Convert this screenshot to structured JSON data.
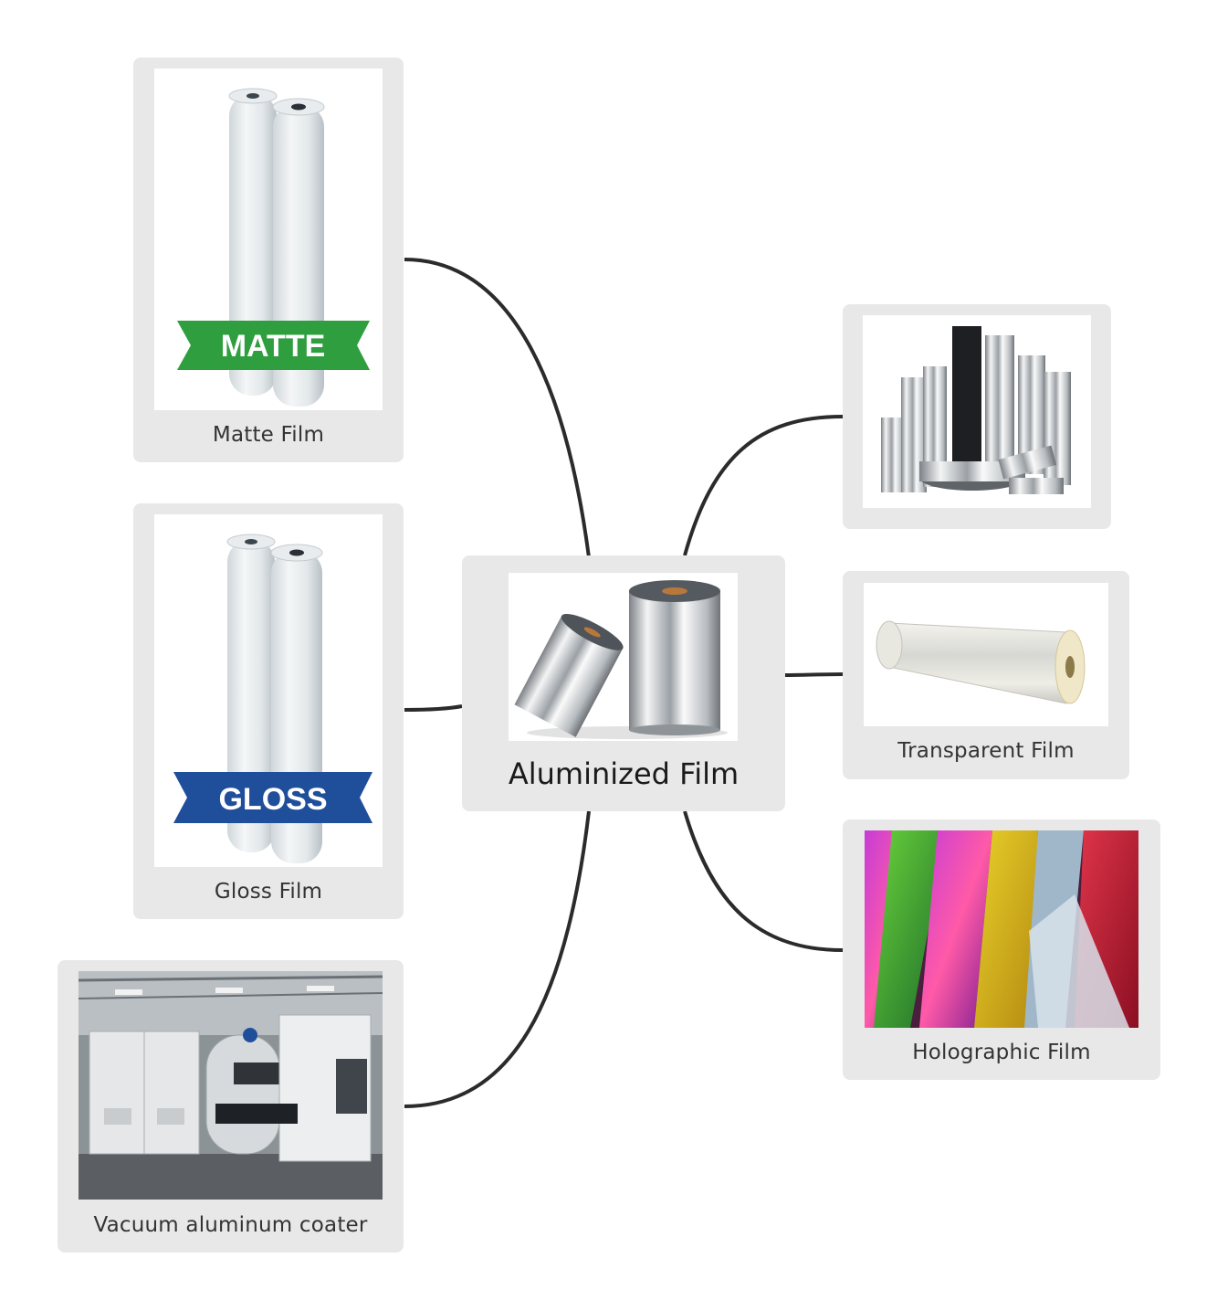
{
  "center": {
    "label": "Aluminized Film",
    "image_icon": "aluminized-film-rolls-icon"
  },
  "branches": [
    {
      "id": "matte",
      "label": "Matte Film",
      "ribbon_text": "MATTE",
      "ribbon_color": "#2e9e3e",
      "image_icon": "matte-film-rolls-icon"
    },
    {
      "id": "gloss",
      "label": "Gloss Film",
      "ribbon_text": "GLOSS",
      "ribbon_color": "#1f4e9a",
      "image_icon": "gloss-film-rolls-icon"
    },
    {
      "id": "coater",
      "label": "Vacuum aluminum coater",
      "image_icon": "vacuum-coater-machine-icon"
    },
    {
      "id": "metallic",
      "label": "",
      "image_icon": "metallic-film-rolls-icon"
    },
    {
      "id": "transparent",
      "label": "Transparent Film",
      "image_icon": "transparent-film-roll-icon"
    },
    {
      "id": "holographic",
      "label": "Holographic Film",
      "image_icon": "holographic-film-icon"
    }
  ],
  "colors": {
    "node_bg": "#e8e8e8",
    "link": "#2b2b2b"
  }
}
